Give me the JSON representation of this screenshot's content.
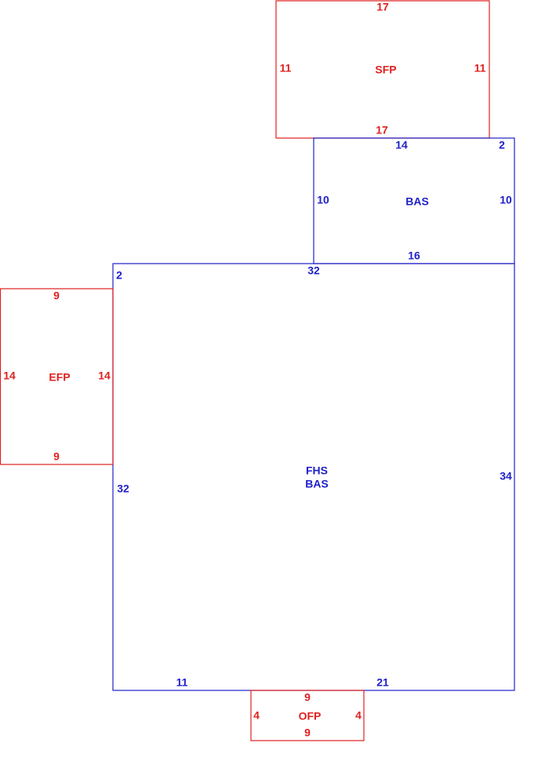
{
  "colors": {
    "porch": "#e02020",
    "living": "#2020c8"
  },
  "areas": {
    "sfp": {
      "code": "SFP",
      "top": "17",
      "left": "11",
      "right": "11",
      "bottom": "17"
    },
    "bas_upper": {
      "code": "BAS",
      "top": "14",
      "top_right": "2",
      "left": "10",
      "right": "10",
      "bottom": "16"
    },
    "main": {
      "code_line1": "FHS",
      "code_line2": "BAS",
      "top": "32",
      "top_left": "2",
      "left": "32",
      "right": "34",
      "bottom_left": "11",
      "bottom_right": "21"
    },
    "efp": {
      "code": "EFP",
      "top": "9",
      "left": "14",
      "right": "14",
      "bottom": "9"
    },
    "ofp": {
      "code": "OFP",
      "top": "9",
      "left": "4",
      "right": "4",
      "bottom": "9"
    }
  }
}
